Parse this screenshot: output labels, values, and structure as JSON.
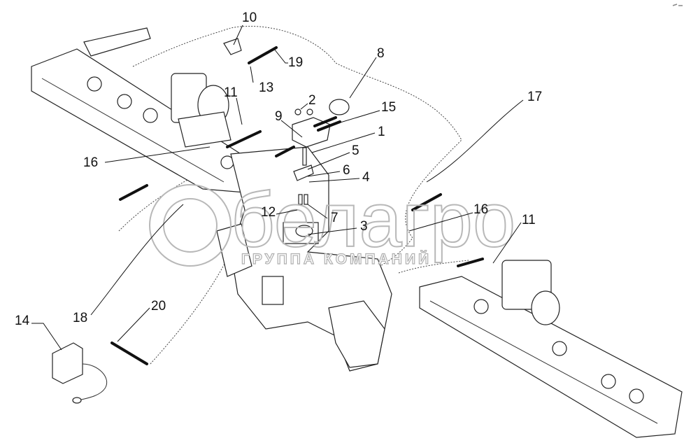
{
  "diagram": {
    "callouts": [
      "10",
      "19",
      "13",
      "8",
      "11",
      "2",
      "15",
      "9",
      "1",
      "17",
      "16",
      "5",
      "6",
      "4",
      "12",
      "7",
      "3",
      "16",
      "11",
      "14",
      "18",
      "20"
    ]
  },
  "watermark": {
    "brand": "белагро",
    "subtitle": "ГРУППА КОМПАНИЙ"
  },
  "colors": {
    "lines": "#222222",
    "watermark": "#b8b8b8"
  }
}
